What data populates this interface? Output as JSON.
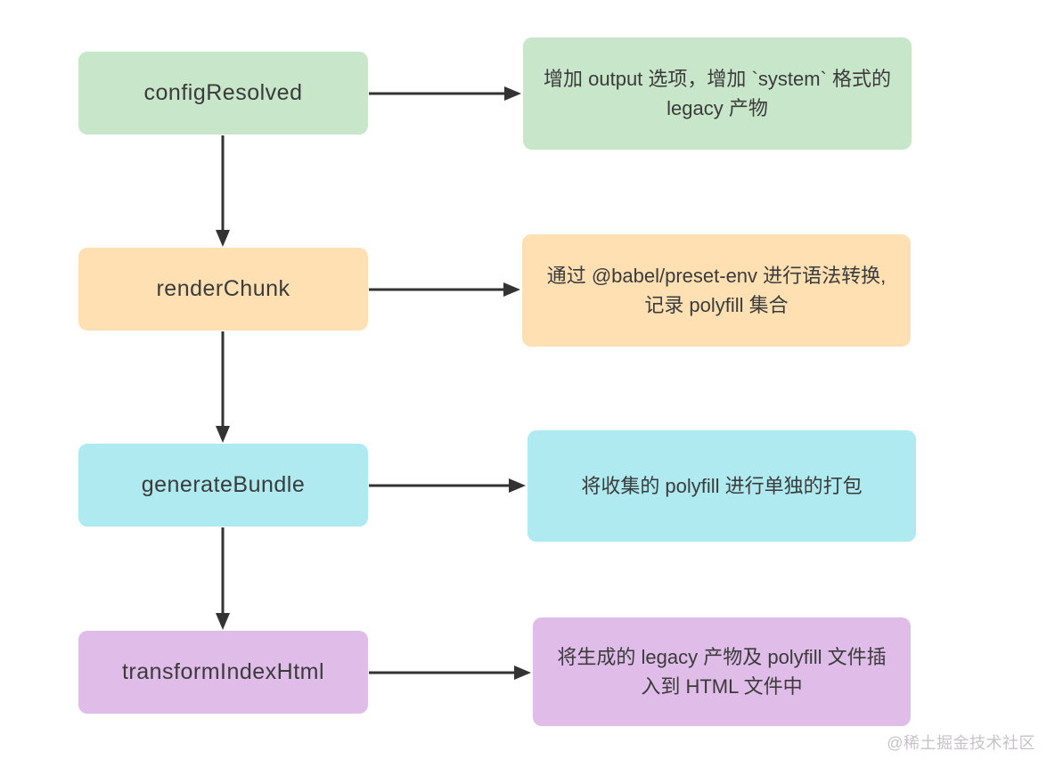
{
  "diagram": {
    "title_implicit": "vite legacy plugin hooks flow",
    "rows": [
      {
        "hook": "configResolved",
        "desc": "增加 output 选项，增加 `system` 格式的 legacy 产物",
        "color": "#c8e6c9"
      },
      {
        "hook": "renderChunk",
        "desc": "通过 @babel/preset-env 进行语法转换,记录 polyfill 集合",
        "color": "#ffe0b2"
      },
      {
        "hook": "generateBundle",
        "desc": "将收集的 polyfill 进行单独的打包",
        "color": "#aeeaf0"
      },
      {
        "hook": "transformIndexHtml",
        "desc": "将生成的 legacy 产物及 polyfill 文件插入到 HTML 文件中",
        "color": "#e0bce8"
      }
    ],
    "arrow_color": "#333333",
    "text_color": "#3b3b3b",
    "watermark": "@稀土掘金技术社区"
  }
}
